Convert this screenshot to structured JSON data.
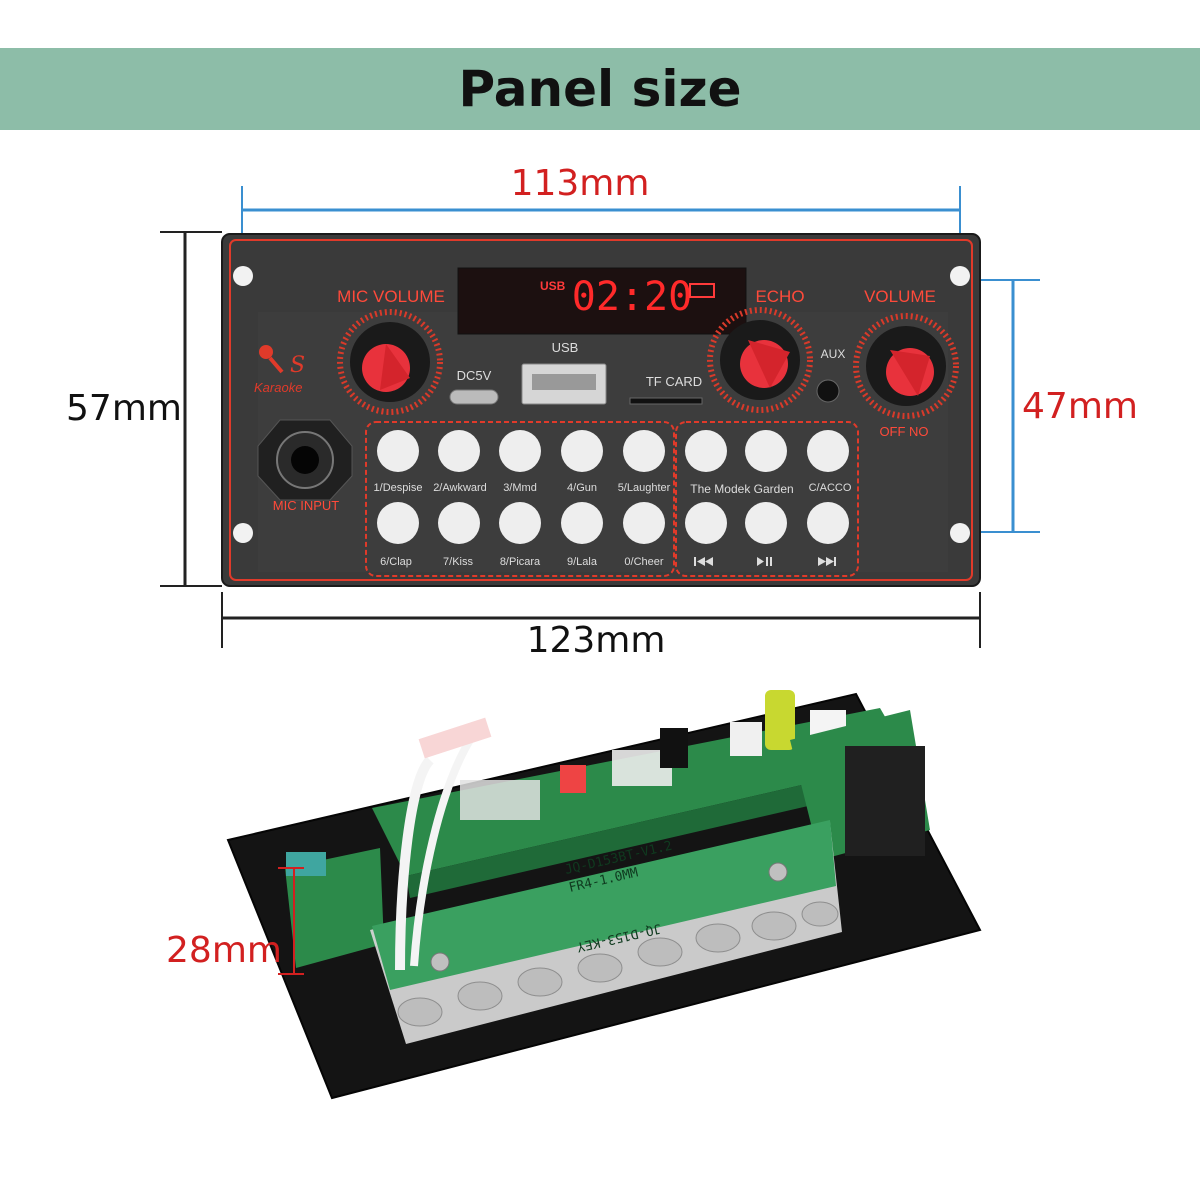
{
  "title": "Panel size",
  "dimensions": {
    "width_holes": "113mm",
    "width_total": "123mm",
    "height_total": "57mm",
    "height_holes": "47mm",
    "depth": "28mm"
  },
  "display": {
    "source": "USB",
    "time": "02:20"
  },
  "labels": {
    "mic_volume": "MIC VOLUME",
    "echo": "ECHO",
    "volume": "VOLUME",
    "usb": "USB",
    "dc5v": "DC5V",
    "tf_card": "TF CARD",
    "aux": "AUX",
    "off_on": "OFF  NO",
    "mic_input": "MIC INPUT",
    "brand": "Karaoke",
    "brand_letter": "S"
  },
  "buttons_row1": [
    "1/Despise",
    "2/Awkward",
    "3/Mmd",
    "4/Gun",
    "5/Laughter"
  ],
  "buttons_row1_right": "The Modek Garden",
  "buttons_row1_last": "C/ACCO",
  "buttons_row2": [
    "6/Clap",
    "7/Kiss",
    "8/Picara",
    "9/Lala",
    "0/Cheer"
  ],
  "transport_icons": [
    "previous-icon",
    "play-pause-icon",
    "next-icon"
  ],
  "board_text": {
    "main": "JQ-D153BT-V1.2",
    "sub": "FR4-1.0MM",
    "key": "JQ-D153-KEY"
  },
  "colors": {
    "banner": "#8dbda8",
    "dimension_red": "#d22020",
    "dimension_blue": "#3a8fd0",
    "panel_red": "#e03a2a"
  }
}
